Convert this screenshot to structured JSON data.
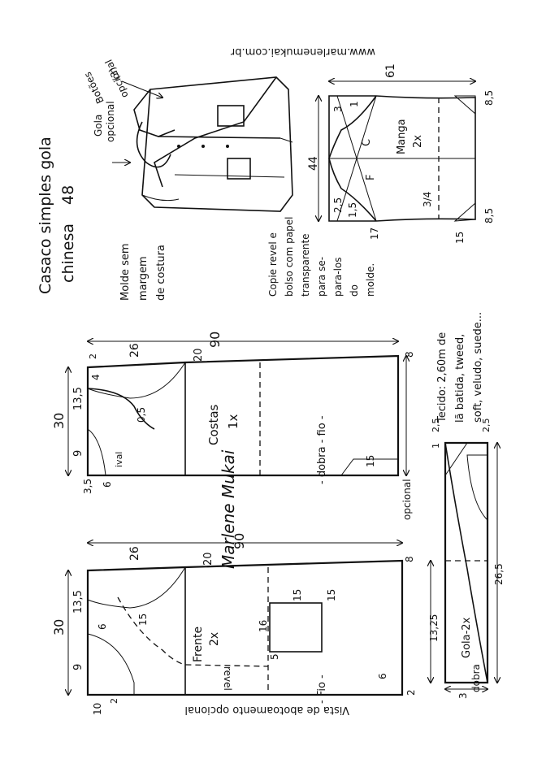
{
  "title": {
    "line1": "Casaco simples gola",
    "line2": "chinesa",
    "size": "48"
  },
  "website": "www.marlenemukai.com.br",
  "notes": {
    "molde": [
      "Molde sem",
      "margem",
      "de costura"
    ],
    "copie": [
      "Copie revel e",
      "bolso com papel",
      "transparente",
      "para se-",
      "para-los",
      "do",
      "molde."
    ],
    "tecido": [
      "Tecido: 2,60m de",
      "lã batida, tweed,",
      "soft, veludo, suede..."
    ]
  },
  "jacket_sketch": {
    "labels": [
      "Gola",
      "opcional",
      "Botões",
      "(3)",
      "opcional"
    ]
  },
  "costas": {
    "name": "Costas",
    "qty": "1x",
    "dims": {
      "width": "30",
      "neck_w": "9",
      "shoulder": "13,5",
      "length": "90",
      "armhole": "26",
      "side": "20",
      "small_2": "2",
      "hem_8": "8",
      "shoulder_drop": "4",
      "neck_6": "6",
      "neck_35": "3,5",
      "dart": "0,5",
      "dart_label": "ival",
      "hem_15": "15"
    },
    "dobra_fio": "- dobra - fio -",
    "opcional": "opcional"
  },
  "frente": {
    "name": "Frente",
    "qty": "2x",
    "dims": {
      "width": "30",
      "neck_w": "9",
      "shoulder": "13,5",
      "length": "90",
      "armhole": "26",
      "side": "20",
      "hem_8": "8",
      "neck_10": "10",
      "small_2": "2",
      "neck_6": "6",
      "curve_15": "15",
      "pocket_w": "16",
      "pocket_h": "15",
      "pocket_pos": "15",
      "pocket_margin": "5",
      "hem_6": "6",
      "hem_2": "2"
    },
    "revel": "revel",
    "fio": "- Fio -",
    "vista": "Vista de abotoamento opcional"
  },
  "manga": {
    "name": "Manga",
    "qty": "2x",
    "dims": {
      "cap": "61",
      "length": "44",
      "top_85": "8,5",
      "bottom_85": "8,5",
      "val_3": "3",
      "val_1": "1",
      "val_25": "2,5",
      "val_15": "1,5",
      "val_17": "17",
      "hem_15": "15",
      "val_34": "3/4"
    },
    "front": "F",
    "back": "C"
  },
  "gola": {
    "name": "Gola-2x",
    "dims": {
      "top_25a": "2,5",
      "top_25b": "2,5",
      "top_1": "1",
      "left_1325": "13,25",
      "right_265": "26,5",
      "bottom_3": "3"
    },
    "dobra": "dobra"
  },
  "signature": "Marlene Mukai"
}
